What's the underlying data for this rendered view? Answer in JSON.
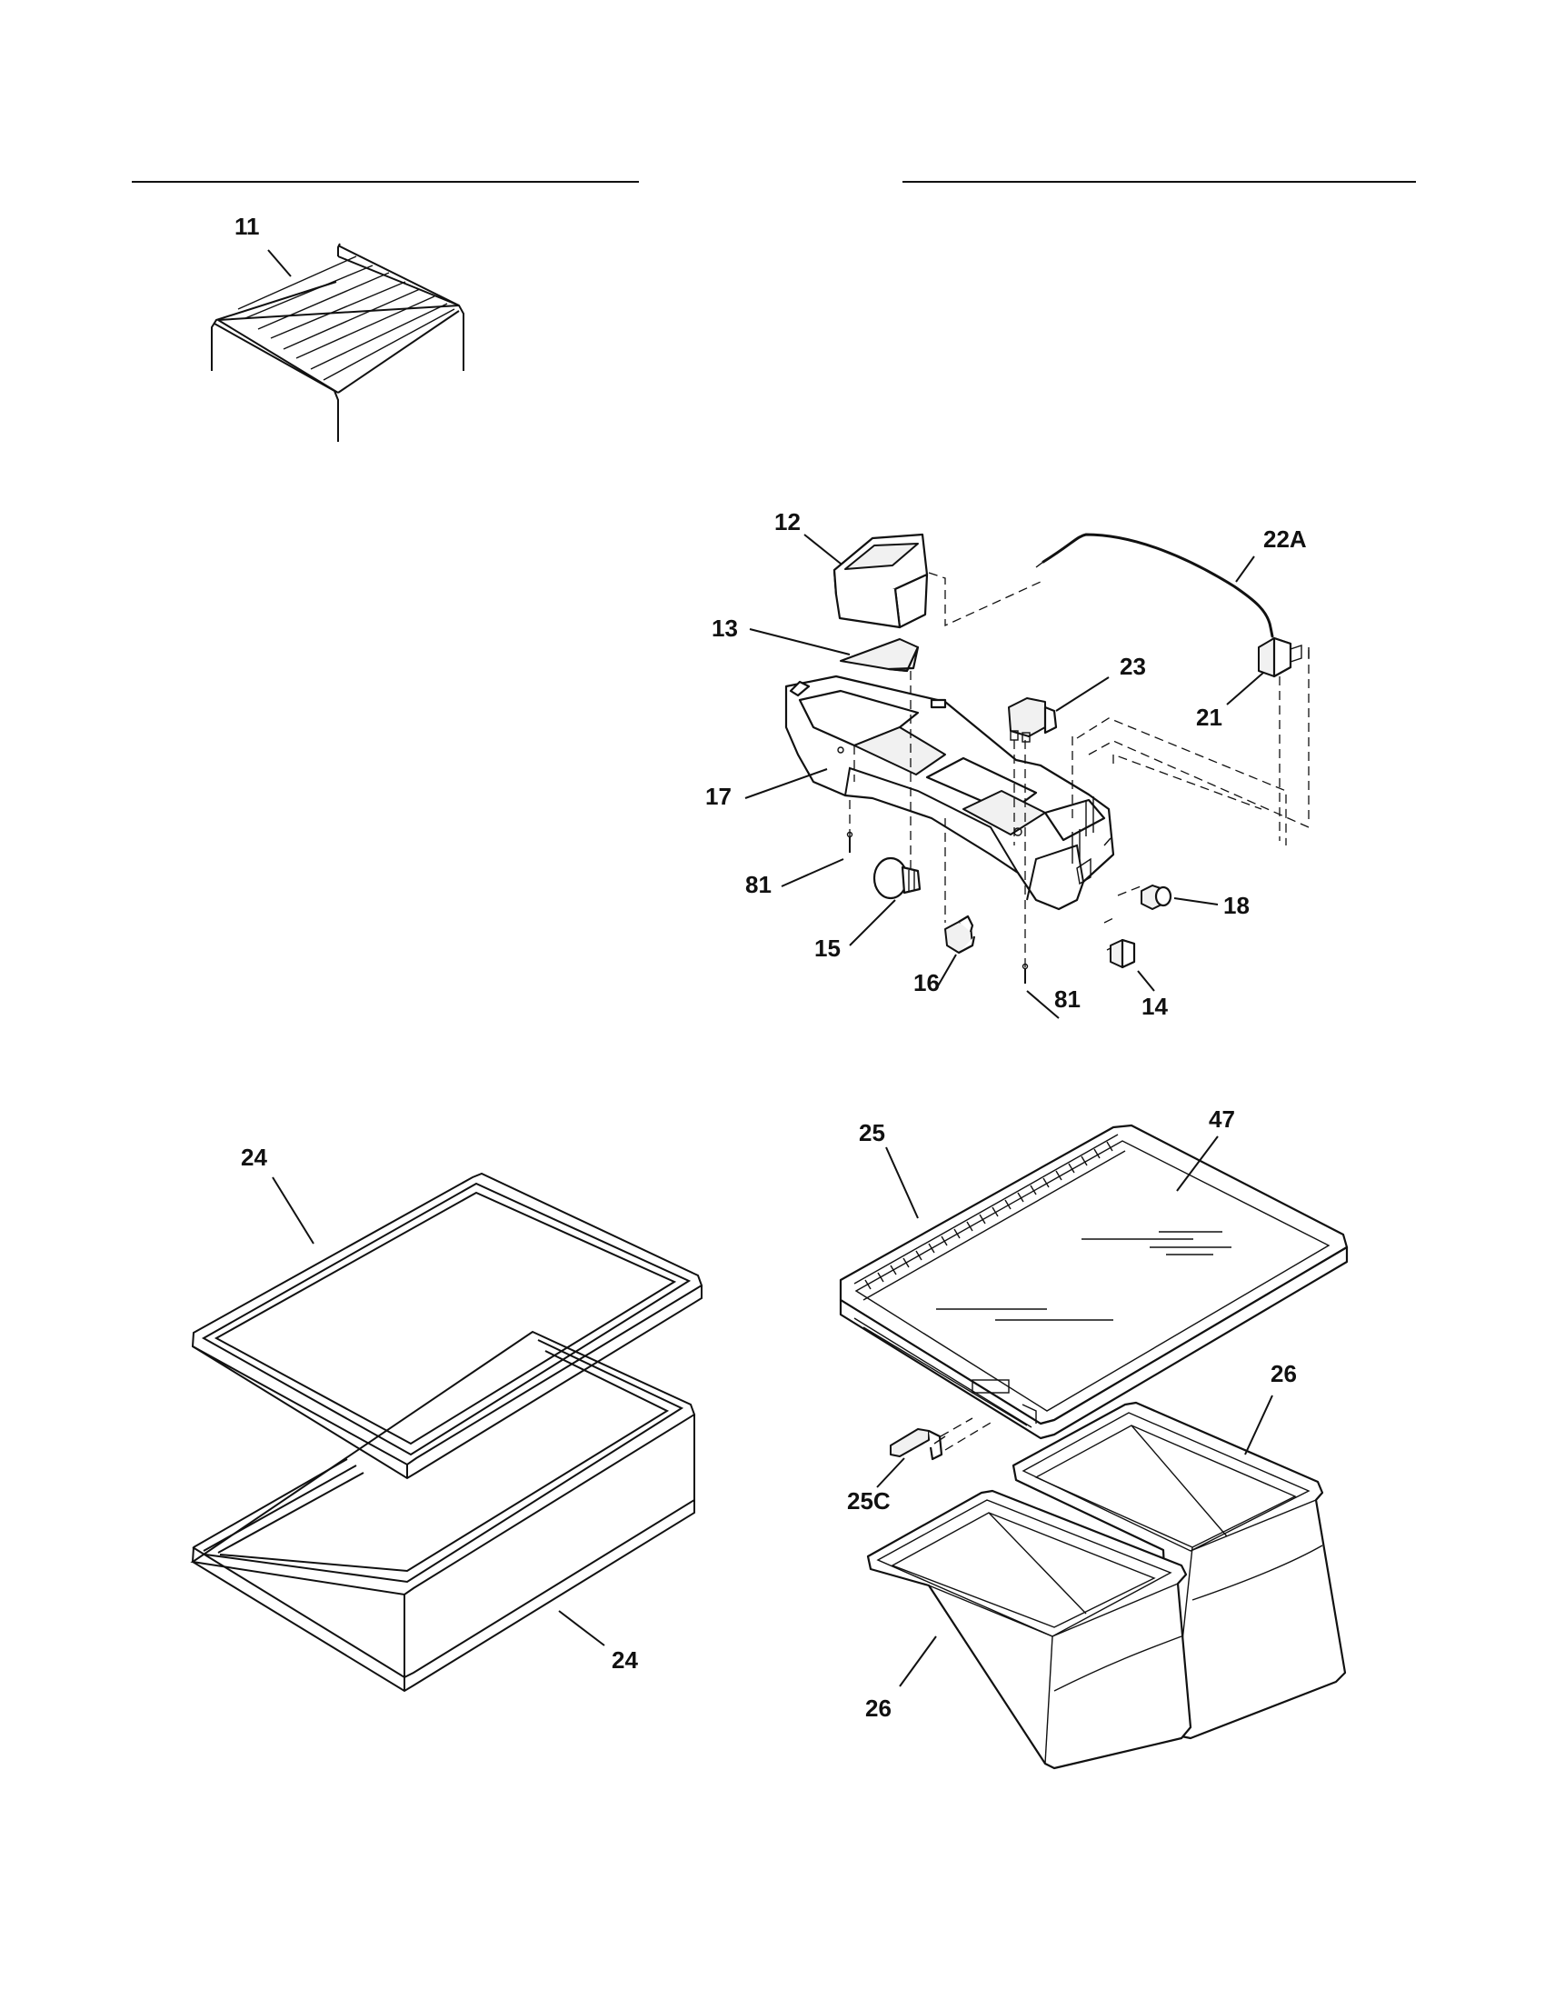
{
  "callouts": {
    "p11": "11",
    "p12": "12",
    "p13": "13",
    "p22a": "22A",
    "p23": "23",
    "p21": "21",
    "p17": "17",
    "p81a": "81",
    "p18": "18",
    "p15": "15",
    "p16": "16",
    "p14": "14",
    "p81b": "81",
    "p24a": "24",
    "p24b": "24",
    "p25": "25",
    "p47": "47",
    "p26a": "26",
    "p25c": "25C",
    "p26b": "26"
  },
  "colors": {
    "ink": "#111111",
    "paper": "#ffffff"
  }
}
